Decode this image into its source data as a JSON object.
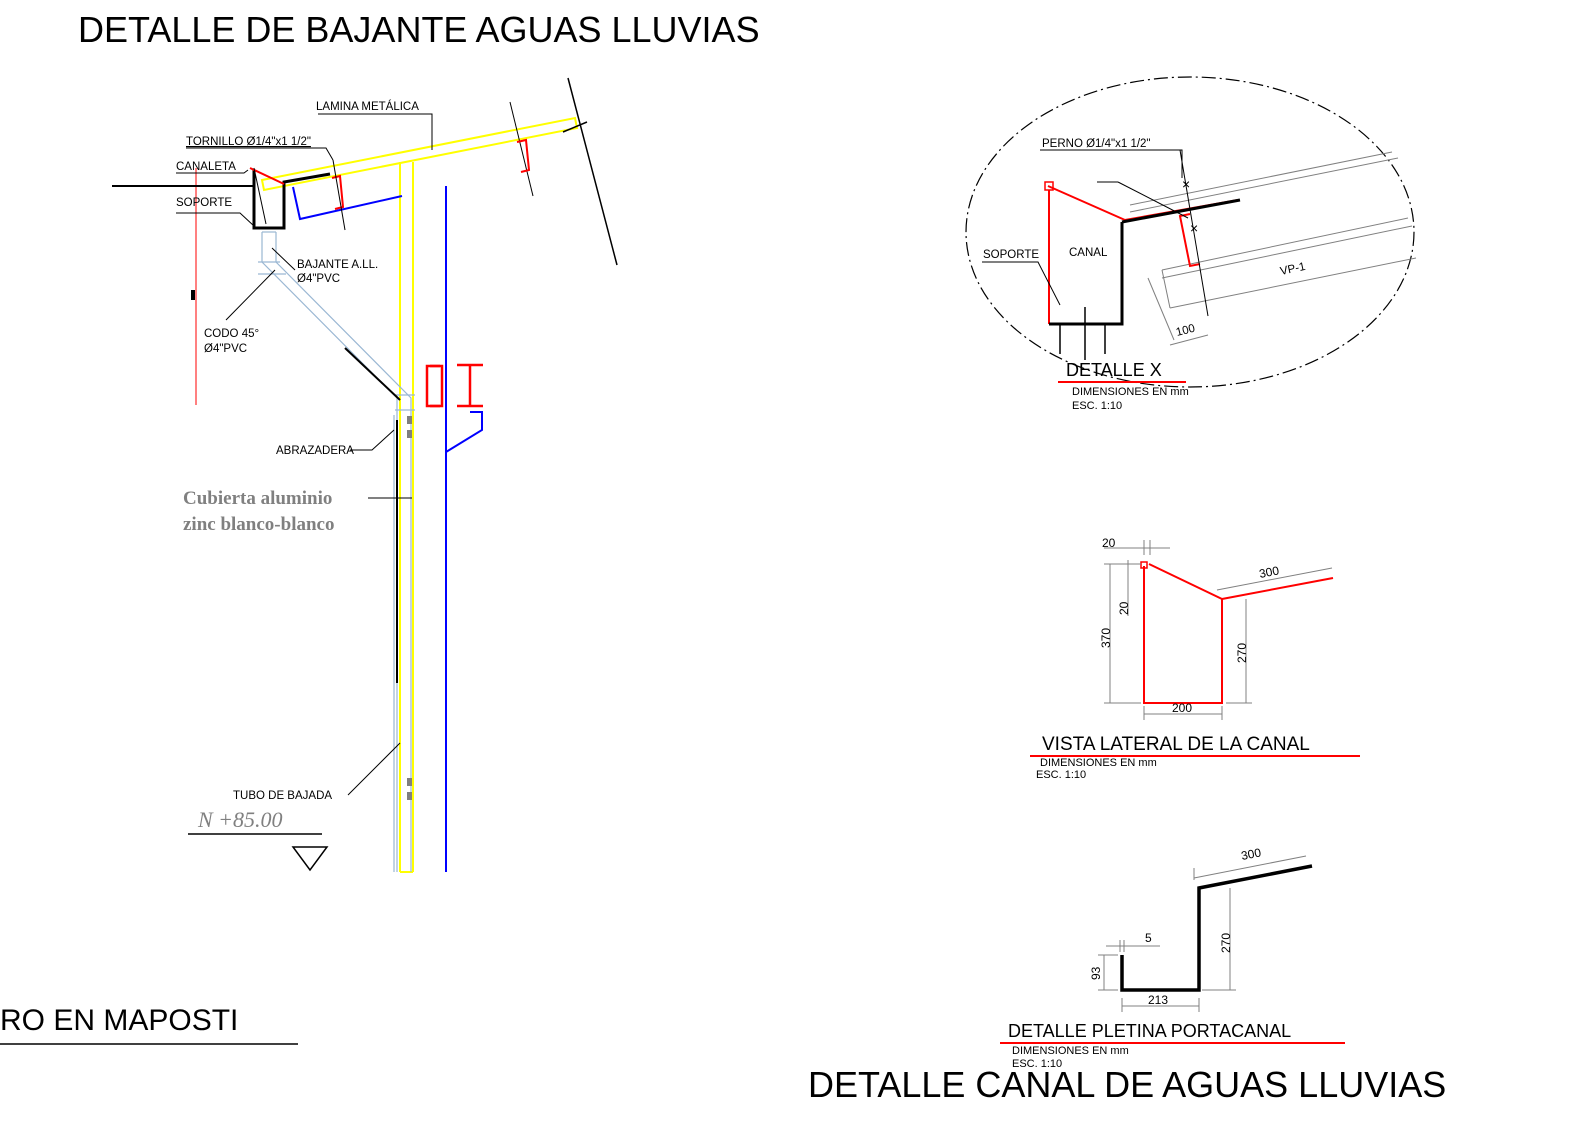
{
  "titles": {
    "bajante": "DETALLE DE BAJANTE AGUAS LLUVIAS",
    "canal": "DETALLE CANAL DE AGUAS LLUVIAS",
    "muro": "RO EN MAPOSTI"
  },
  "bajante_labels": {
    "lamina": "LAMINA METÁLICA",
    "tornillo": "TORNILLO Ø1/4\"x1 1/2\"",
    "canaleta": "CANALETA",
    "soporte": "SOPORTE",
    "bajante_1": "BAJANTE A.LL.",
    "bajante_2": "Ø4\"PVC",
    "codo_1": "CODO 45°",
    "codo_2": "Ø4\"PVC",
    "abrazadera": "ABRAZADERA",
    "cubierta_1": "Cubierta aluminio",
    "cubierta_2": "zinc blanco-blanco",
    "tubo": "TUBO DE BAJADA",
    "nivel": "N +85.00"
  },
  "detalle_x": {
    "perno": "PERNO Ø1/4\"x1 1/2\"",
    "soporte": "SOPORTE",
    "canal": "CANAL",
    "vp": "VP-1",
    "dim_100": "100",
    "title": "DETALLE X",
    "dims": "DIMENSIONES EN mm",
    "scale": "ESC. 1:10"
  },
  "vista_lateral": {
    "dim_20_top": "20",
    "dim_20_side": "20",
    "dim_370": "370",
    "dim_300": "300",
    "dim_270": "270",
    "dim_200": "200",
    "title": "VISTA LATERAL DE LA CANAL",
    "dims": "DIMENSIONES EN mm",
    "scale": "ESC. 1:10"
  },
  "pletina": {
    "dim_300": "300",
    "dim_270": "270",
    "dim_5": "5",
    "dim_93": "93",
    "dim_213": "213",
    "title": "DETALLE PLETINA PORTACANAL",
    "dims": "DIMENSIONES EN mm",
    "scale": "ESC. 1:10"
  },
  "colors": {
    "red": "#ff0000",
    "yellow": "#ffff00",
    "blue": "#0000ff",
    "pipe": "#9ab7d3",
    "grey": "#808080"
  }
}
